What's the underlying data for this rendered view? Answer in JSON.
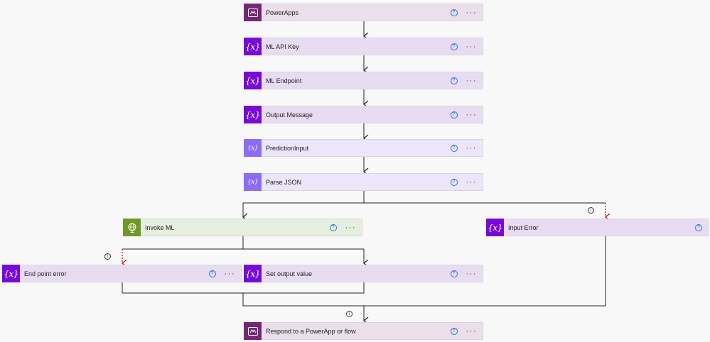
{
  "icon_glyphs": {
    "variable": "{x}",
    "help": "?",
    "more": "···",
    "info": "i"
  },
  "colors": {
    "powerapps_tile": "#742774",
    "variable_tile": "#770bd6",
    "variable_light_tile": "#8c6cf2",
    "http_tile": "#709727",
    "failure_arrow": "#c00000",
    "help_icon": "#2f6fd6"
  },
  "flow": {
    "steps": [
      {
        "title": "PowerApps",
        "icon": "powerapps-icon",
        "has_more_menu": true
      },
      {
        "title": "ML API Key",
        "icon": "variable-icon",
        "has_more_menu": true
      },
      {
        "title": "ML Endpoint",
        "icon": "variable-icon",
        "has_more_menu": true
      },
      {
        "title": "Output Message",
        "icon": "variable-icon",
        "has_more_menu": true
      },
      {
        "title": "PredictionInput",
        "icon": "variable-icon",
        "has_more_menu": true
      },
      {
        "title": "Parse JSON",
        "icon": "variable-icon",
        "has_more_menu": true
      },
      {
        "title": "Invoke ML",
        "icon": "http-globe-icon",
        "has_more_menu": true
      },
      {
        "title": "Input Error",
        "icon": "variable-icon",
        "has_more_menu": false
      },
      {
        "title": "End point error",
        "icon": "variable-icon",
        "has_more_menu": true
      },
      {
        "title": "Set output value",
        "icon": "variable-icon",
        "has_more_menu": true
      },
      {
        "title": "Respond to a PowerApp or flow",
        "icon": "powerapps-icon",
        "has_more_menu": true
      }
    ]
  }
}
